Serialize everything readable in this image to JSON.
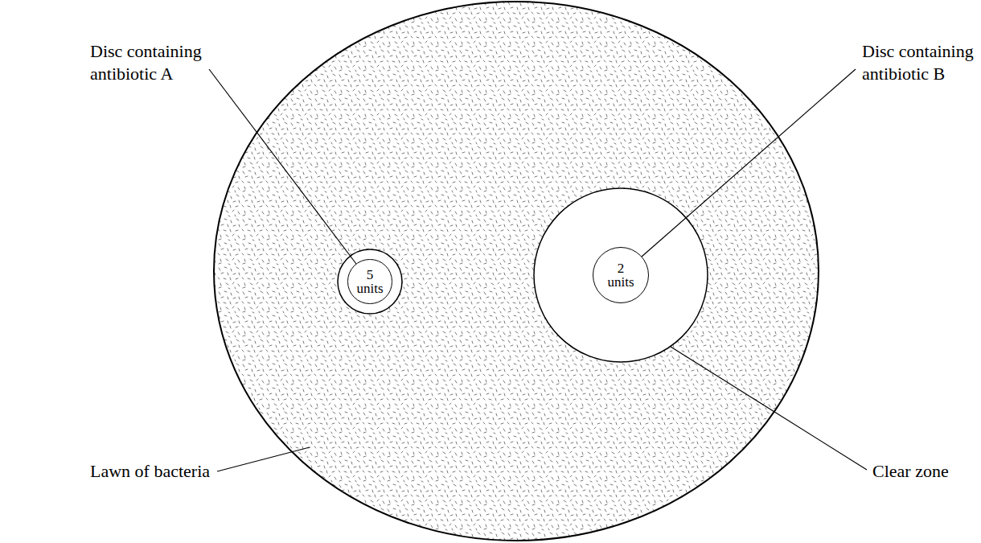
{
  "diagram": {
    "nodes": [
      {
        "text": [
          "5 units"
        ]
      },
      {
        "text": [
          "2 units"
        ]
      }
    ],
    "labels": [
      "Disc containing antibiotic A",
      "Disc containing antibiotic B",
      "Lawn of bacteria",
      "Clear zone"
    ]
  }
}
